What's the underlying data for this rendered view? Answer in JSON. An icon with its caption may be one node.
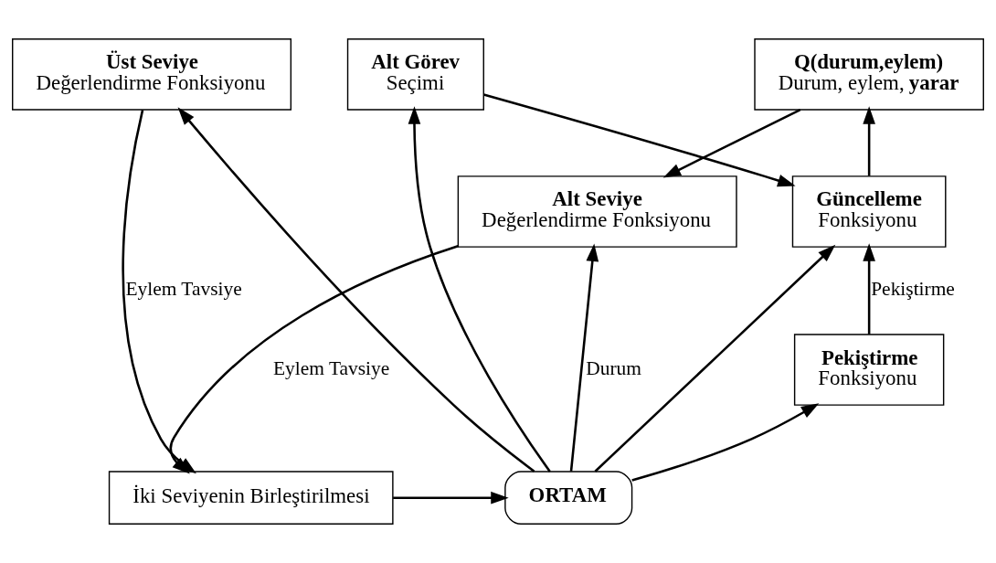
{
  "diagram": {
    "nodes": [
      {
        "text": [
          "Üst Seviye",
          "Değerlendirme Fonksiyonu"
        ]
      },
      {
        "text": [
          "Q(durum,eylem)",
          "Durum, eylem, **yarar**"
        ]
      },
      {
        "text": [
          "Alt Görev",
          "Seçimi"
        ]
      },
      {
        "text": [
          "Alt Seviye",
          "Değerlendirme Fonksiyonu"
        ]
      },
      {
        "text": [
          "Güncelleme",
          "Fonksiyonu"
        ]
      },
      {
        "text": [
          "Pekiştirme",
          "Fonksiyonu"
        ]
      },
      {
        "text": [
          "İki Seviyenin Birleştirilmesi"
        ]
      },
      {
        "text": [
          "ORTAM"
        ]
      }
    ],
    "edges": [
      {
        "from": 0,
        "to": 6,
        "arrow": "to",
        "label": "Eylem Tavsiye"
      },
      {
        "from": 1,
        "to": 3,
        "arrow": "to"
      },
      {
        "from": 3,
        "to": 6,
        "arrow": "to",
        "label": "Eylem Tavsiye"
      },
      {
        "from": 2,
        "to": 4,
        "arrow": "to"
      },
      {
        "from": 4,
        "to": 1,
        "arrow": "to"
      },
      {
        "from": 5,
        "to": 4,
        "arrow": "to",
        "label": "Pekiştirme"
      },
      {
        "from": 6,
        "to": 7,
        "arrow": "to"
      },
      {
        "from": 7,
        "to": 3,
        "arrow": "to",
        "label": "Durum"
      },
      {
        "from": 7,
        "to": 4,
        "arrow": "to"
      },
      {
        "from": 7,
        "to": 5,
        "arrow": "to"
      },
      {
        "from": 7,
        "to": 0,
        "arrow": "to"
      },
      {
        "from": 7,
        "to": 2,
        "arrow": "to"
      }
    ]
  }
}
